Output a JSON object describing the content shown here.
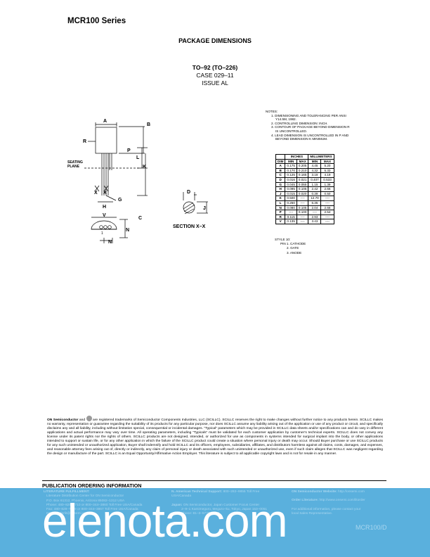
{
  "header": {
    "title": "MCR100 Series"
  },
  "section_title": "PACKAGE DIMENSIONS",
  "package": {
    "name": "TO–92 (TO–226)",
    "case": "CASE 029–11",
    "issue": "ISSUE AL"
  },
  "drawing": {
    "labels": {
      "A": "A",
      "B": "B",
      "R": "R",
      "P": "P",
      "L": "L",
      "K": "K",
      "X": "X",
      "G": "G",
      "H": "H",
      "V": "V",
      "C": "C",
      "N": "N",
      "D": "D",
      "J": "J",
      "one": "1"
    },
    "seating_plane_1": "SEATING",
    "seating_plane_2": "PLANE",
    "section_label": "SECTION X–X"
  },
  "notes": {
    "title": "NOTES:",
    "items": [
      "1.  DIMENSIONING AND TOLERANCING PER ANSI",
      "Y14.5M, 1982.",
      "2.  CONTROLLING DIMENSION: INCH.",
      "3.  CONTOUR OF PACKAGE BEYOND DIMENSION R",
      "IS UNCONTROLLED.",
      "4.  LEAD DIMENSION IS UNCONTROLLED IN P AND",
      "BEYOND DIMENSION K MINIMUM."
    ]
  },
  "table": {
    "group_inches": "INCHES",
    "group_mm": "MILLIMETERS",
    "col_dim": "DIM",
    "col_min": "MIN",
    "col_max": "MAX",
    "rows": [
      [
        "A",
        "0.175",
        "0.205",
        "4.45",
        "5.20"
      ],
      [
        "B",
        "0.170",
        "0.210",
        "4.32",
        "5.33"
      ],
      [
        "C",
        "0.125",
        "0.165",
        "3.18",
        "4.19"
      ],
      [
        "D",
        "0.016",
        "0.021",
        "0.407",
        "0.533"
      ],
      [
        "G",
        "0.045",
        "0.055",
        "1.15",
        "1.39"
      ],
      [
        "H",
        "0.095",
        "0.105",
        "2.42",
        "2.66"
      ],
      [
        "J",
        "0.015",
        "0.020",
        "0.39",
        "0.50"
      ],
      [
        "K",
        "0.500",
        "----",
        "12.70",
        "----"
      ],
      [
        "L",
        "0.250",
        "----",
        "6.35",
        "----"
      ],
      [
        "N",
        "0.080",
        "0.105",
        "2.04",
        "2.66"
      ],
      [
        "P",
        "----",
        "0.100",
        "----",
        "2.54"
      ],
      [
        "R",
        "0.115",
        "----",
        "2.93",
        "----"
      ],
      [
        "V",
        "0.135",
        "----",
        "3.43",
        "----"
      ]
    ]
  },
  "style": {
    "title": "STYLE 10:",
    "pins": [
      "PIN 1.   CATHODE",
      "2.   GATE",
      "3.   ANODE"
    ]
  },
  "disclaimer": {
    "brand": "ON Semiconductor",
    "and": "and",
    "body": "are registered trademarks of Semiconductor Components Industries, LLC (SCILLC).  SCILLC reserves the right to make changes without further notice to any products herein.  SCILLC makes no warranty, representation or guarantee regarding the suitability of its products for any particular purpose, nor does SCILLC assume any liability arising out of the application or use of any product or circuit, and specifically disclaims any and all liability, including without limitation special, consequential or incidental damages. “Typical” parameters which may be provided in SCILLC data sheets and/or specifications can and do vary in different applications and actual performance may vary over time.  All operating parameters, including “Typicals” must be validated for each customer application by customer’s technical experts.  SCILLC does not convey any license under its patent rights nor the rights of others.  SCILLC products are not designed, intended, or authorized for use as components in systems intended for surgical implant into the body, or other applications intended to support or sustain life, or for any other application in which the failure of the SCILLC product could create a situation where personal injury or death may occur.  Should Buyer purchase or use SCILLC products for any such unintended or unauthorized application, Buyer shall indemnify and hold SCILLC and its officers, employees, subsidiaries, affiliates, and distributors harmless against all claims, costs, damages, and expenses, and reasonable attorney fees arising out of, directly or indirectly, any claim of personal injury or death associated with such unintended or unauthorized use, even if such claim alleges that SCILLC was negligent regarding the design or manufacture of the part.  SCILLC is an Equal Opportunity/Affirmative Action Employer.  This literature is subject to all applicable copyright laws and is not for resale in any manner."
  },
  "publication": {
    "title": "PUBLICATION ORDERING INFORMATION",
    "lit_title": "LITERATURE FULFILLMENT:",
    "lit_lines": [
      "Literature Distribution Center for ON Semiconductor",
      "P.O. Box 61312, Phoenix, Arizona 85082–1312 USA",
      "Phone: 480–829–7710 or 800–344–3860 Toll Free USA/Canada",
      "Fax: 480–829–7709 or 800–344–3867 Toll Free USA/Canada",
      "Email: orderlit@onsemi.com"
    ],
    "na_title": "N. American Technical Support:",
    "na_text": "800–282–9855 Toll Free",
    "na_text2": "USA/Canada",
    "japan_title": "Japan:",
    "japan_lines": [
      "ON Semiconductor, Japan Customer Focus Center",
      "2–9–1 Kamimeguro, Meguro–ku, Tokyo, Japan 153–0051",
      "Phone: 81–3–5773–3850"
    ],
    "web_title": "ON Semiconductor Website:",
    "web_text": "http://onsemi.com",
    "order_title": "Order Literature:",
    "order_text": "http://www.onsemi.com/litorder",
    "addl_lines": [
      "For additional information, please contact your",
      "local Sales Representative."
    ],
    "doc_number": "MCR100/D"
  },
  "watermark": "elenota.com"
}
